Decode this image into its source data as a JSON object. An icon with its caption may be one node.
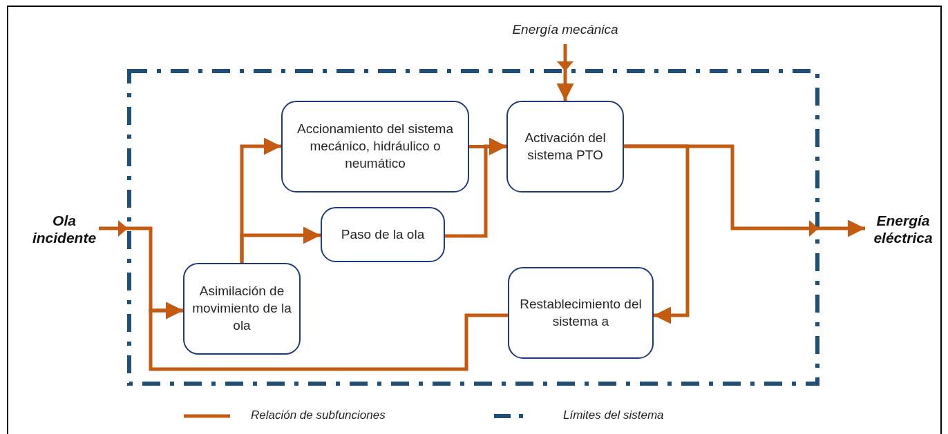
{
  "diagram": {
    "nodes": [
      {
        "text": [
          "Ola incidente"
        ]
      },
      {
        "text": [
          "Asimilación de movimiento de la ola"
        ]
      },
      {
        "text": [
          "Accionamiento del sistema mecánico, hidráulico o neumático"
        ]
      },
      {
        "text": [
          "Paso de la ola"
        ]
      },
      {
        "text": [
          "Activación del sistema PTO"
        ]
      },
      {
        "text": [
          "Restablecimiento del sistema a"
        ]
      },
      {
        "text": [
          "Energía mecánica"
        ]
      },
      {
        "text": [
          "Energía eléctrica"
        ]
      }
    ],
    "edges": [
      {
        "from": 0,
        "to": 1,
        "arrow": "to"
      },
      {
        "from": 5,
        "to": 1,
        "arrow": "to"
      },
      {
        "from": 1,
        "to": 2,
        "arrow": "to"
      },
      {
        "from": 1,
        "to": 3,
        "arrow": "to"
      },
      {
        "from": 2,
        "to": 4,
        "arrow": "to"
      },
      {
        "from": 3,
        "to": 4,
        "arrow": "to"
      },
      {
        "from": 6,
        "to": 4,
        "arrow": "to"
      },
      {
        "from": 4,
        "to": 7,
        "arrow": "to"
      },
      {
        "from": 4,
        "to": 5,
        "arrow": "to"
      }
    ],
    "legend": [
      {
        "text": "Relación de subfunciones"
      },
      {
        "text": "Límites del sistema"
      }
    ]
  }
}
